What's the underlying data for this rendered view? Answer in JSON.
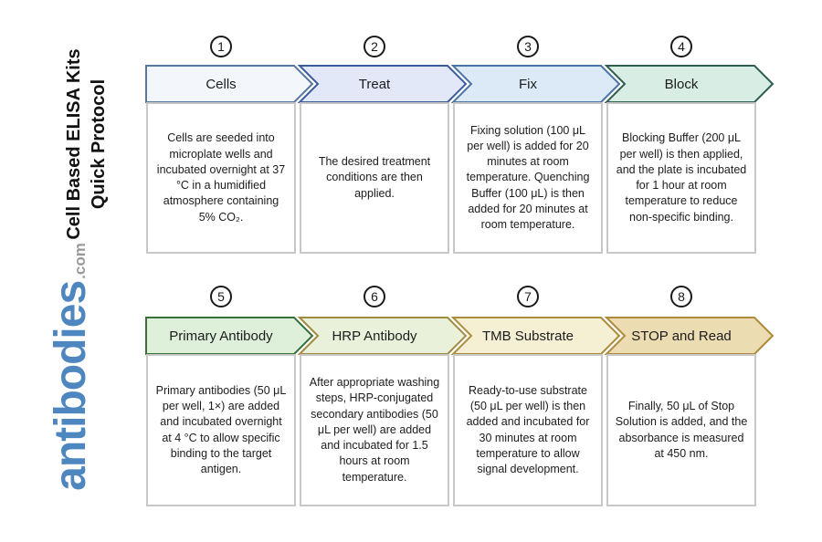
{
  "sidebar": {
    "title_line1": "Cell Based ELISA Kits",
    "title_line2": "Quick Protocol",
    "logo_text": "antibodies",
    "logo_suffix": ".com",
    "logo_color": "#4e86c0",
    "logo_suffix_color": "#999999"
  },
  "steps": [
    {
      "number": "1",
      "label": "Cells",
      "arrow_fill": "#f3f7fb",
      "arrow_border": "#56789f",
      "description": "Cells are seeded into microplate wells and incubated overnight at 37 °C in a humidified atmosphere containing 5% CO₂."
    },
    {
      "number": "2",
      "label": "Treat",
      "arrow_fill": "#e2e8f8",
      "arrow_border": "#3a5c9c",
      "description": "The desired treatment conditions are then applied."
    },
    {
      "number": "3",
      "label": "Fix",
      "arrow_fill": "#dce9f6",
      "arrow_border": "#4a74a4",
      "description": "Fixing solution (100 μL per well) is added for 20 minutes at room temperature. Quenching Buffer (100 μL) is then added for 20 minutes at room temperature."
    },
    {
      "number": "4",
      "label": "Block",
      "arrow_fill": "#d8ede4",
      "arrow_border": "#2f5f53",
      "description": "Blocking Buffer (200 μL per well) is then applied, and the plate is incubated for 1 hour at room temperature to reduce non-specific binding."
    },
    {
      "number": "5",
      "label": "Primary Antibody",
      "arrow_fill": "#def0da",
      "arrow_border": "#39703a",
      "description": "Primary antibodies (50 μL per well, 1×) are added and incubated overnight at 4 °C to allow specific binding to the target antigen."
    },
    {
      "number": "6",
      "label": "HRP Antibody",
      "arrow_fill": "#e9f1db",
      "arrow_border": "#a18b3f",
      "description": "After appropriate washing steps, HRP-conjugated secondary antibodies (50 μL per well) are added and incubated for 1.5 hours at room temperature."
    },
    {
      "number": "7",
      "label": "TMB Substrate",
      "arrow_fill": "#f5f0d3",
      "arrow_border": "#ab8c3a",
      "description": "Ready-to-use substrate (50 μL per well) is then added and incubated for 30 minutes at room temperature to allow signal development."
    },
    {
      "number": "8",
      "label": "STOP and Read",
      "arrow_fill": "#ecdcb2",
      "arrow_border": "#ad8a3c",
      "description": "Finally, 50 μL of Stop Solution is added, and the absorbance is measured at 450 nm."
    }
  ]
}
